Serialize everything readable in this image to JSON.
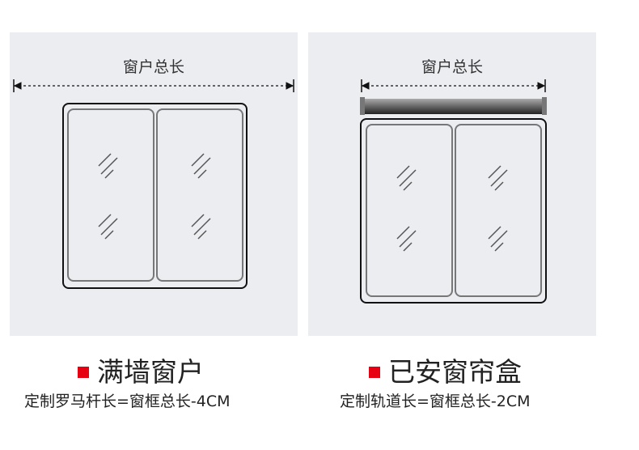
{
  "left": {
    "dimension_label": "窗户总长",
    "title": "满墙窗户",
    "subtitle": "定制罗马杆长=窗框总长-4CM"
  },
  "right": {
    "dimension_label": "窗户总长",
    "title": "已安窗帘盒",
    "subtitle": "定制轨道长=窗框总长-2CM"
  },
  "colors": {
    "accent": "#e60012",
    "panel": "#ecedf1"
  }
}
